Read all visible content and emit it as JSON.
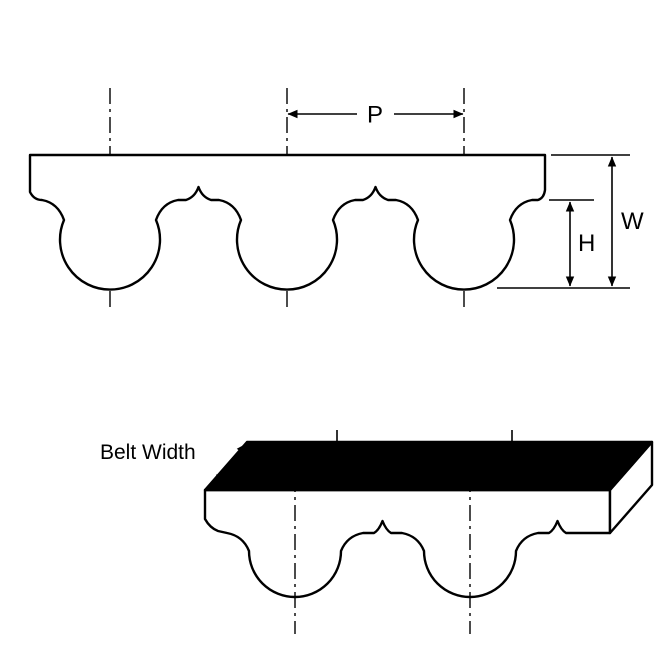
{
  "figure": {
    "background": "#ffffff",
    "line_color": "#000000",
    "belt_fill": "#ffffff",
    "top_face_fill": "#000000",
    "description": "timing-belt-tooth-profile-diagram"
  },
  "labels": {
    "pitch": "P",
    "overall_thickness": "W",
    "tooth_height": "H",
    "belt_width": "Belt Width"
  }
}
